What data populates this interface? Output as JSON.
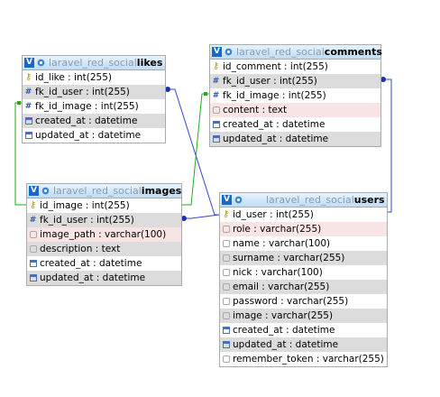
{
  "colors": {
    "header_grad_top": "#e7f3fd",
    "header_grad_bottom": "#bfdcf5",
    "row_grey": "#dcdcdc",
    "row_pink": "#f9e4e4",
    "relation_blue": "#3344cc",
    "relation_green": "#22aa22"
  },
  "tables": {
    "likes": {
      "db": "laravel_red_social",
      "name": "likes",
      "columns": [
        {
          "icon": "key-icon",
          "label": "id_like : int(255)",
          "row": "white"
        },
        {
          "icon": "hash-icon",
          "label": "fk_id_user : int(255)",
          "row": "grey"
        },
        {
          "icon": "hash-icon",
          "label": "fk_id_image : int(255)",
          "row": "white"
        },
        {
          "icon": "date-icon",
          "label": "created_at : datetime",
          "row": "grey"
        },
        {
          "icon": "date-icon",
          "label": "updated_at : datetime",
          "row": "white"
        }
      ]
    },
    "comments": {
      "db": "laravel_red_social",
      "name": "comments",
      "columns": [
        {
          "icon": "key-icon",
          "label": "id_comment : int(255)",
          "row": "white"
        },
        {
          "icon": "hash-icon",
          "label": "fk_id_user : int(255)",
          "row": "grey"
        },
        {
          "icon": "hash-icon",
          "label": "fk_id_image : int(255)",
          "row": "white"
        },
        {
          "icon": "text-icon",
          "label": "content : text",
          "row": "pink"
        },
        {
          "icon": "date-icon",
          "label": "created_at : datetime",
          "row": "white"
        },
        {
          "icon": "date-icon",
          "label": "updated_at : datetime",
          "row": "grey"
        }
      ]
    },
    "images": {
      "db": "laravel_red_social",
      "name": "images",
      "columns": [
        {
          "icon": "key-icon",
          "label": "id_image : int(255)",
          "row": "white"
        },
        {
          "icon": "hash-icon",
          "label": "fk_id_user : int(255)",
          "row": "grey"
        },
        {
          "icon": "text-icon",
          "label": "image_path : varchar(100)",
          "row": "pink"
        },
        {
          "icon": "text-icon",
          "label": "description : text",
          "row": "grey"
        },
        {
          "icon": "date-icon",
          "label": "created_at : datetime",
          "row": "white"
        },
        {
          "icon": "date-icon",
          "label": "updated_at : datetime",
          "row": "grey"
        }
      ]
    },
    "users": {
      "db": "laravel_red_social",
      "name": "users",
      "columns": [
        {
          "icon": "key-icon",
          "label": "id_user : int(255)",
          "row": "white"
        },
        {
          "icon": "text-icon",
          "label": "role : varchar(255)",
          "row": "pink"
        },
        {
          "icon": "text-icon",
          "label": "name : varchar(100)",
          "row": "white"
        },
        {
          "icon": "text-icon",
          "label": "surname : varchar(255)",
          "row": "grey"
        },
        {
          "icon": "text-icon",
          "label": "nick : varchar(100)",
          "row": "white"
        },
        {
          "icon": "text-icon",
          "label": "email : varchar(255)",
          "row": "grey"
        },
        {
          "icon": "text-icon",
          "label": "password : varchar(255)",
          "row": "white"
        },
        {
          "icon": "text-icon",
          "label": "image : varchar(255)",
          "row": "grey"
        },
        {
          "icon": "date-icon",
          "label": "created_at : datetime",
          "row": "white"
        },
        {
          "icon": "date-icon",
          "label": "updated_at : datetime",
          "row": "grey"
        },
        {
          "icon": "text-icon",
          "label": "remember_token : varchar(255)",
          "row": "white"
        }
      ]
    }
  }
}
